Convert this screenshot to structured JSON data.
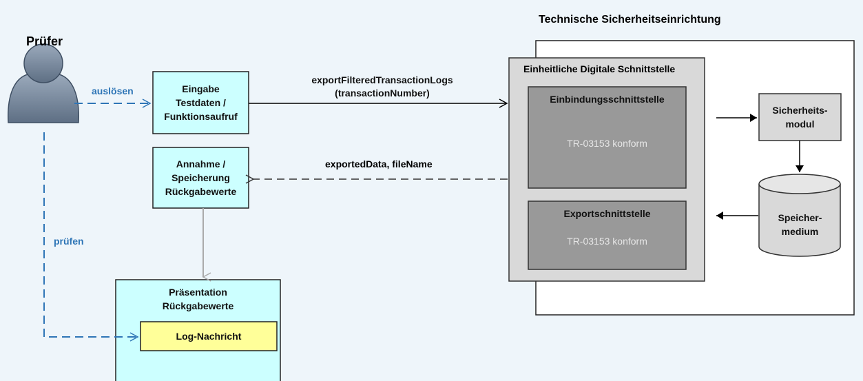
{
  "actor": {
    "name": "Prüfer",
    "icon": "person-icon"
  },
  "tse": {
    "title": "Technische Sicherheitseinrichtung"
  },
  "boxes": {
    "input": "Eingabe\nTestdaten /\nFunktionsaufruf",
    "receive": "Annahme /\nSpeicherung\nRückgabewerte",
    "presentation": "Präsentation\nRückgabewerte",
    "log": "Log-Nachricht",
    "interface": "Einheitliche Digitale Schnittstelle",
    "integration_title": "Einbindungsschnittstelle",
    "integration_sub": "TR-03153 konform",
    "export_title": "Exportschnittstelle",
    "export_sub": "TR-03153 konform",
    "security_module": "Sicherheits-\nmodul",
    "storage": "Speicher-\nmedium"
  },
  "labels": {
    "trigger": "auslösen",
    "check": "prüfen",
    "call": "exportFilteredTransactionLogs\n(transactionNumber)",
    "return": "exportedData, fileName"
  },
  "colors": {
    "background": "#eef5fa",
    "cyan_box": "#ccffff",
    "yellow_box": "#ffff99",
    "outer_grey": "#d9d9d9",
    "inner_grey": "#999999",
    "blue_dash": "#2e75b6"
  }
}
